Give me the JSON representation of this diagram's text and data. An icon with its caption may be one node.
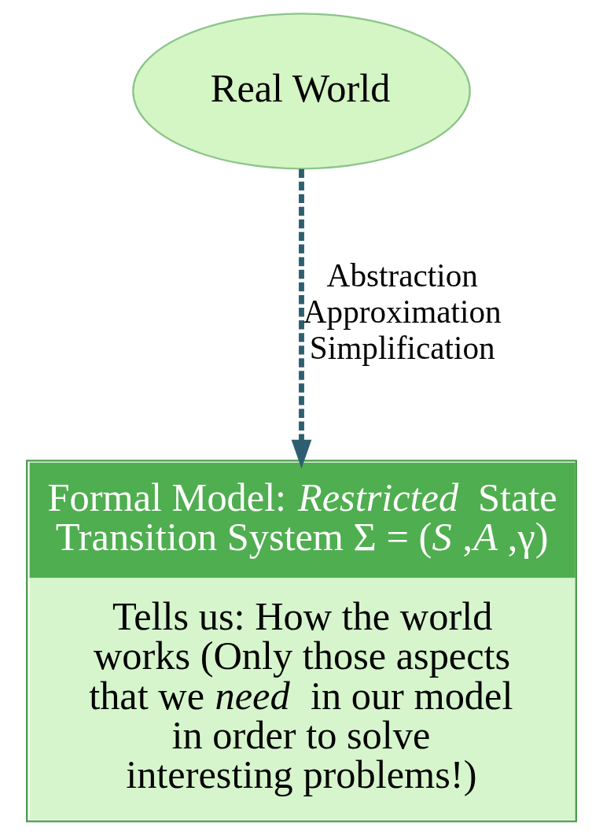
{
  "diagram": {
    "nodes": [
      {
        "text": [
          "Real World"
        ]
      },
      {
        "text": [
          "Formal Model: *Restricted* State Transition System Σ = (*S*,*A*,γ)",
          "Tells us: How the world works (Only those aspects that we *need* in our model in order to solve interesting problems!)"
        ]
      }
    ],
    "edges": [
      {
        "from": 0,
        "to": 1,
        "arrow": "to",
        "style": "dashed",
        "label": "Abstraction Approximation Simplification"
      }
    ]
  }
}
